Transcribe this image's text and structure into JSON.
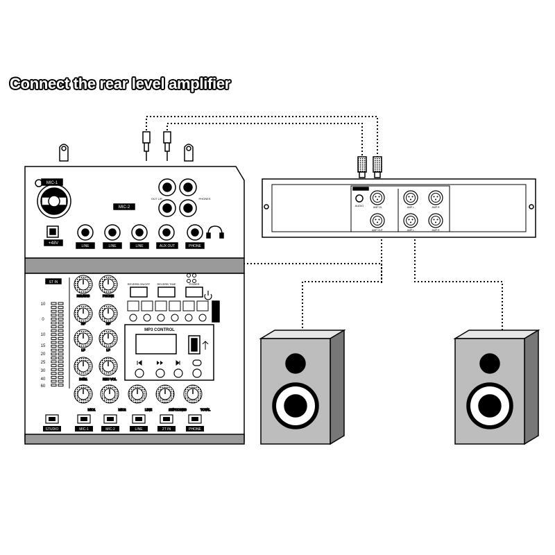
{
  "title": "Connect the rear level amplifier",
  "mixer": {
    "mic1_label": "MIC-1",
    "mic2_label": "MIC-2",
    "phantom_label": "+48V",
    "jack_labels": [
      "LINE",
      "LINE",
      "LINE",
      "AUX OUT",
      "PHONE"
    ],
    "output_labels": [
      "OUT L/R",
      "PHONES"
    ],
    "meter_title": "ST IN",
    "meter_scale": [
      "10",
      "0",
      "10",
      "15",
      "20",
      "25",
      "30",
      "40",
      "60"
    ],
    "fx_buttons": [
      "REVERB ON/OFF",
      "REVERB TIME",
      "POWER"
    ],
    "mp3_title": "MP3 CONTROL",
    "knob_labels": [
      "REVERB",
      "PHONE",
      "HF",
      "HF",
      "LF",
      "LF",
      "DJ/11",
      "REC VOL",
      "MIC1",
      "MIC2",
      "LINE",
      "2T/PHONES",
      "TOTAL"
    ],
    "channel_buttons": [
      "STUDIO",
      "MIC-1",
      "MIC-2",
      "LINE",
      "2T IN",
      "PHONE"
    ]
  },
  "amplifier": {
    "jack_labels": [
      "AMP IN",
      "AMP L",
      "AMP R",
      "AMP OUT",
      "AMP L",
      "AMP R"
    ],
    "label": "AUDIO"
  },
  "colors": {
    "ink": "#000000",
    "speaker_front": "#bdbdbd",
    "speaker_side": "#777777",
    "panel_band": "#9a9a9a"
  },
  "icons": [
    "xlr-combo-icon",
    "jack-icon",
    "knob-icon",
    "speaker-icon",
    "usb-icon",
    "headphone-icon",
    "power-icon"
  ]
}
